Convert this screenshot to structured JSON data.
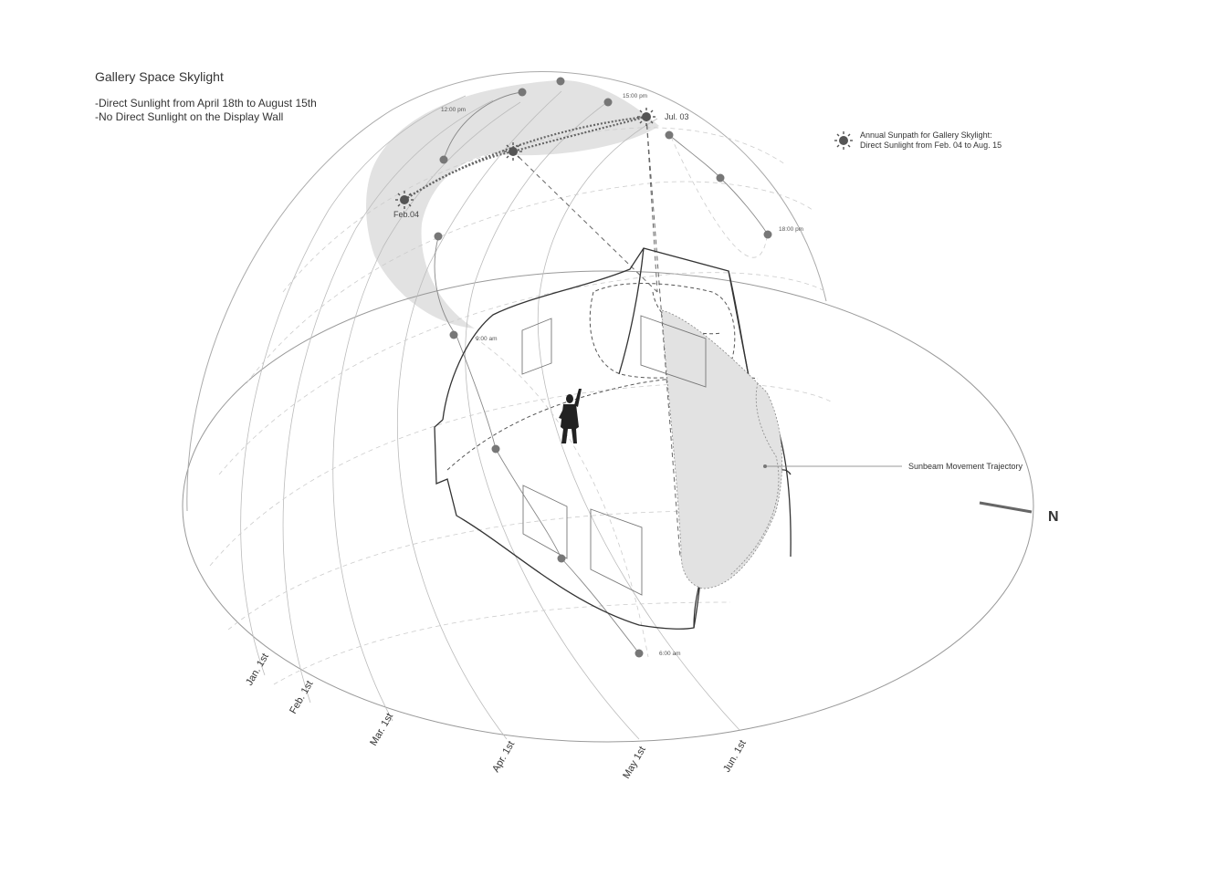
{
  "header": {
    "title": "Gallery Space Skylight",
    "notes": [
      "-Direct Sunlight from April 18th to August 15th",
      "-No Direct Sunlight on the Display Wall"
    ]
  },
  "legend": {
    "icon": "sun-icon",
    "line1": "Annual Sunpath for Gallery Skylight:",
    "line2": "Direct Sunlight from Feb. 04 to Aug. 15"
  },
  "hour_labels": {
    "h6": "6:00 am",
    "h9": "9:00 am",
    "h12": "12:00 pm",
    "h15": "15:00 pm",
    "h18": "18:00 pm"
  },
  "date_markers": {
    "feb04": "Feb.04",
    "jul03": "Jul. 03"
  },
  "month_labels": [
    "Jan. 1st",
    "Feb. 1st",
    "Mar. 1st",
    "Apr. 1st",
    "May 1st",
    "Jun. 1st"
  ],
  "annotation": {
    "sunbeam": "Sunbeam Movement Trajectory"
  },
  "compass": {
    "north": "N"
  },
  "colors": {
    "shade": "#e2e2e2",
    "line": "#555555",
    "grid": "#bbbbbb",
    "dot": "#777777"
  }
}
